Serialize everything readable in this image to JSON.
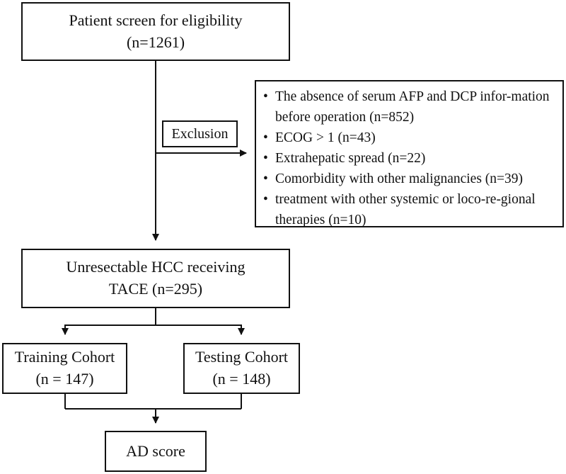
{
  "screen": {
    "line1": "Patient screen for eligibility",
    "line2": "(n=1261)"
  },
  "exclusion": {
    "label": "Exclusion",
    "items": [
      "The absence of serum AFP and DCP infor-mation before operation (n=852)",
      "ECOG > 1 (n=43)",
      "Extrahepatic spread (n=22)",
      "Comorbidity with other malignancies (n=39)",
      "treatment with other systemic or  loco-re-gional therapies (n=10)"
    ]
  },
  "unresectable": {
    "line1": "Unresectable HCC receiving",
    "line2": "TACE (n=295)"
  },
  "training": {
    "line1": "Training Cohort",
    "line2": "(n = 147)"
  },
  "testing": {
    "line1": "Testing Cohort",
    "line2": "(n = 148)"
  },
  "ad_score": {
    "label": "AD score"
  }
}
